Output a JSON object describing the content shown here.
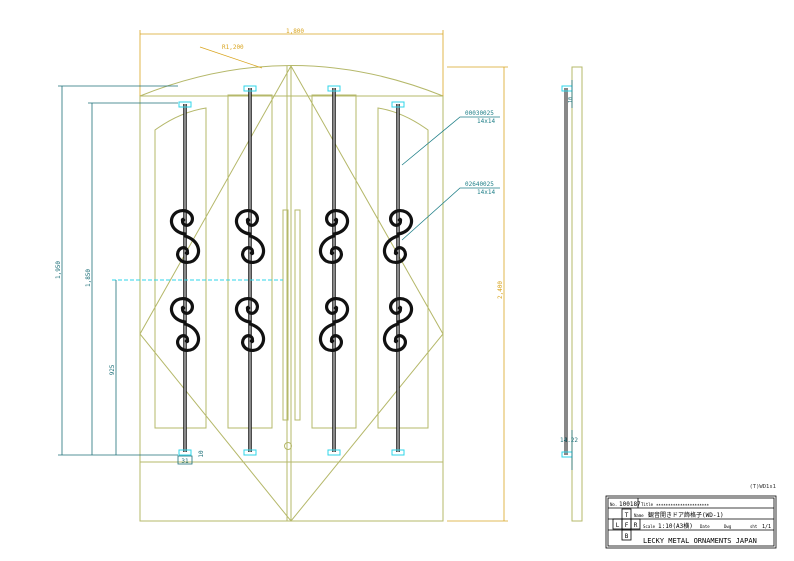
{
  "colors": {
    "outline": "#b5b86a",
    "dimension_orange": "#d9a520",
    "dimension_teal": "#1d6f78",
    "leader_teal": "#1f7f88",
    "guide_cyan": "#2fd6e8",
    "ironwork": "#111111",
    "black": "#000000"
  },
  "dimensions": {
    "overall_width": "1,800",
    "arc_radius": "R1,200",
    "height_left_outer": "1,950",
    "height_left_mid": "1,850",
    "height_left_inner": "925",
    "height_right": "2,400",
    "bottom_small": "31",
    "bottom_small_b": "10",
    "side_small": "10",
    "side_bottom": "14.22"
  },
  "parts": [
    {
      "code": "00030025",
      "size": "14x14"
    },
    {
      "code": "02640025",
      "size": "14x14"
    }
  ],
  "sheet_ref": "(T)WD1s1",
  "title_block": {
    "number_label": "No.",
    "number": "100187",
    "title_label": "Title",
    "title_stars": "✶✶✶✶✶✶✶✶✶✶✶✶✶✶✶✶✶✶✶✶✶✶",
    "name_label": "Name",
    "name": "観音開きドア飾格子(WD-1)",
    "scale_label": "Scale",
    "scale": "1:10(A3横)",
    "date_label": "Date",
    "drawn_label": "Dwg",
    "sheet_label": "sht",
    "sheet": "1/1",
    "company": "LECKY METAL ORNAMENTS JAPAN",
    "letter_t": "T",
    "letter_l": "L",
    "letter_f": "F",
    "letter_r": "R",
    "letter_b": "B"
  }
}
